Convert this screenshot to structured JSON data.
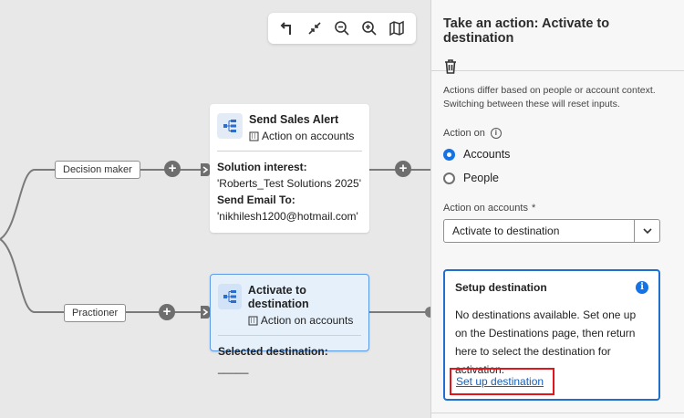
{
  "canvas": {
    "path_labels": [
      "Decision maker",
      "Practioner"
    ],
    "toolbar": [
      "undo-redirect-icon",
      "collapse-icon",
      "zoom-out-icon",
      "zoom-in-icon",
      "map-icon"
    ]
  },
  "node_alert": {
    "title": "Send Sales Alert",
    "subtitle": "Action on accounts",
    "line1_label": "Solution interest:",
    "line1_value": " 'Roberts_Test Solutions 2025'",
    "line2_label": "Send Email To:",
    "line2_value": "'nikhilesh1200@hotmail.com'"
  },
  "node_activate": {
    "title": "Activate to destination",
    "subtitle": "Action on accounts",
    "dest_label": "Selected destination:",
    "dest_value": " _____"
  },
  "panel": {
    "title": "Take an action: Activate to destination",
    "help": "Actions differ based on people or account context. Switching between these will reset inputs.",
    "action_on_label": "Action on",
    "options": [
      "Accounts",
      "People"
    ],
    "selected_option": "Accounts",
    "actions_label": "Action on accounts",
    "actions_required": "*",
    "actions_value": "Activate to destination",
    "card": {
      "title": "Setup destination",
      "text": "No destinations available. Set one up on the Destinations page, then return here to select the destination for activation.",
      "link": "Set up destination"
    }
  },
  "colors": {
    "accent": "#1473e6",
    "highlight": "#e0161c",
    "selected_node": "#e5f0fb"
  }
}
